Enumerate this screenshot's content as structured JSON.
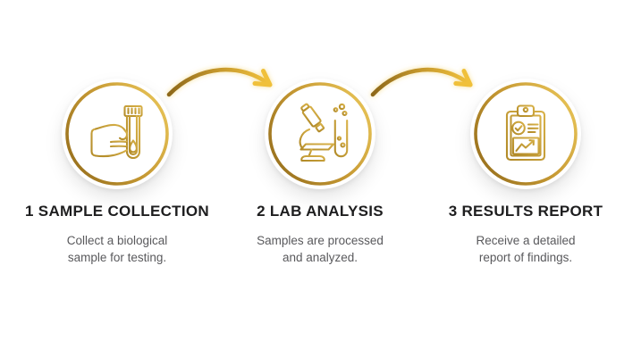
{
  "page": {
    "background": "#ffffff",
    "kind": "three-step process infographic"
  },
  "colors": {
    "gold_dark": "#8d681a",
    "gold_mid": "#c2952c",
    "gold_light": "#f2c23c",
    "heading_text": "#1e1e1f",
    "body_text": "#59595c"
  },
  "steps": [
    {
      "icon": "hand-holding-test-tube",
      "title": "1 SAMPLE COLLECTION",
      "description_lines": [
        "Collect a biological",
        "sample for testing."
      ]
    },
    {
      "icon": "microscope-and-test-tube",
      "title": "2 LAB ANALYSIS",
      "description_lines": [
        "Samples are processed",
        "and analyzed."
      ]
    },
    {
      "icon": "results-clipboard-chart",
      "title": "3 RESULTS REPORT",
      "description_lines": [
        "Receive a detailed",
        "report of findings."
      ]
    }
  ],
  "connectors": [
    {
      "name": "curved-arrow-step1-to-step2"
    },
    {
      "name": "curved-arrow-step2-to-step3"
    }
  ]
}
